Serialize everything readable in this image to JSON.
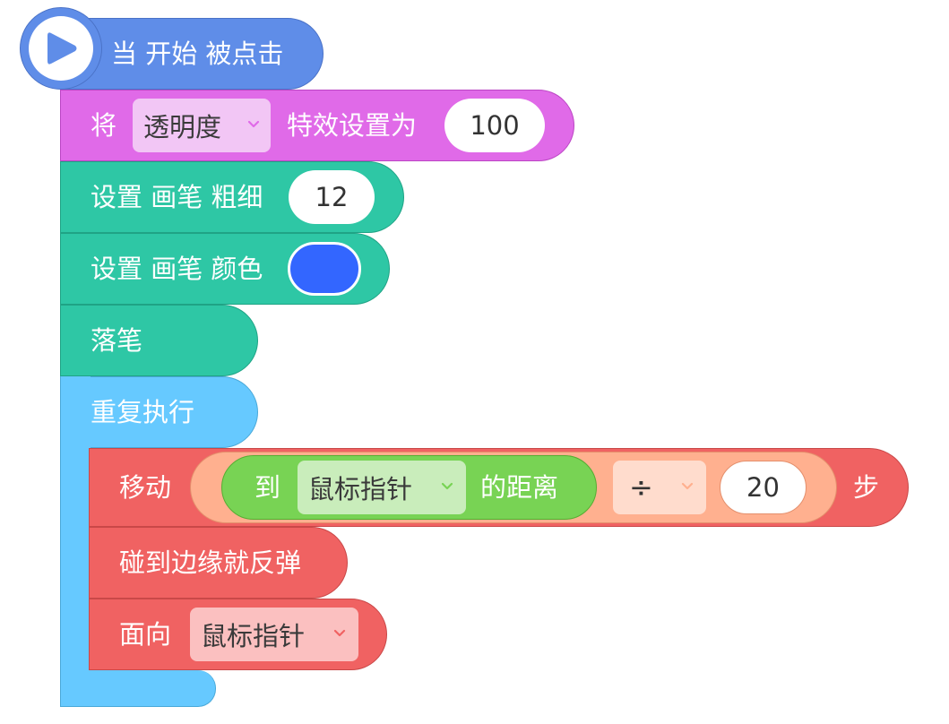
{
  "hat": {
    "text": "当 开始 被点击",
    "icon": "play-icon",
    "color": "#5f8de8"
  },
  "effect": {
    "prefix": "将",
    "dropdown": "透明度",
    "middle": "特效设置为",
    "value": "100",
    "color": "#e06ae8"
  },
  "pen_size": {
    "label": "设置 画笔 粗细",
    "value": "12",
    "color": "#2ec7a5"
  },
  "pen_color": {
    "label": "设置 画笔 颜色",
    "swatch": "#3366ff",
    "color": "#2ec7a5"
  },
  "pen_down": {
    "label": "落笔",
    "color": "#2ec7a5"
  },
  "forever": {
    "label": "重复执行",
    "color": "#66c9ff"
  },
  "move": {
    "label": "移动",
    "to": "到",
    "target": "鼠标指针",
    "distance": "的距离",
    "operator": "÷",
    "divisor": "20",
    "unit": "步",
    "color": "#f06262"
  },
  "bounce": {
    "label": "碰到边缘就反弹",
    "color": "#f06262"
  },
  "face": {
    "label": "面向",
    "target": "鼠标指针",
    "color": "#f06262"
  }
}
